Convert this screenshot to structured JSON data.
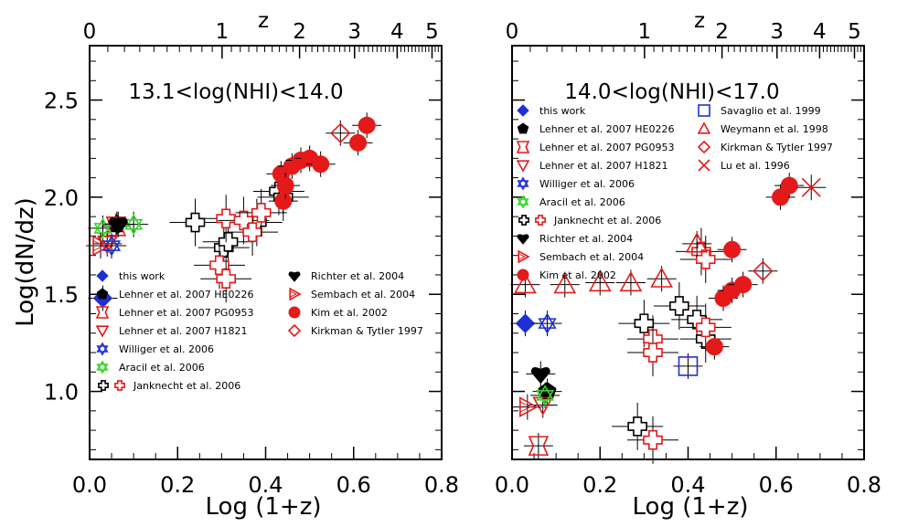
{
  "colors": {
    "blue": "#1f2fd6",
    "black": "#000000",
    "red": "#e41a1a",
    "green": "#35d62b"
  },
  "chart_data": [
    {
      "type": "scatter",
      "title": "13.1<log(NHI)<14.0",
      "xlabel": "Log (1+z)",
      "ylabel": "Log(dN/dz)",
      "top_axis_label": "z",
      "top_ticks": [
        "0",
        "1",
        "2",
        "3",
        "4",
        "5"
      ],
      "xlim": [
        0.0,
        0.8
      ],
      "ylim": [
        0.65,
        2.78
      ],
      "xticks": [
        "0.0",
        "0.2",
        "0.4",
        "0.6",
        "0.8"
      ],
      "yticks": [
        "1.0",
        "1.5",
        "2.0",
        "2.5"
      ],
      "legend": [
        {
          "label": "this work",
          "marker": "diamond",
          "color": "#1f2fd6"
        },
        {
          "label": "Lehner et al. 2007 HE0226",
          "marker": "pentagon",
          "color": "#000000"
        },
        {
          "label": "Lehner et al. 2007 PG0953",
          "marker": "bowtie",
          "color": "#e41a1a"
        },
        {
          "label": "Lehner et al. 2007 H1821",
          "marker": "triangle-down",
          "color": "#e41a1a"
        },
        {
          "label": "Williger et al. 2006",
          "marker": "star",
          "color": "#1f2fd6"
        },
        {
          "label": "Aracil et al. 2006",
          "marker": "star",
          "color": "#35d62b"
        },
        {
          "label": "Janknecht et al. 2006",
          "marker": "cross-pair",
          "color": "#e41a1a"
        },
        {
          "label": "Richter et al. 2004",
          "marker": "heart",
          "color": "#000000"
        },
        {
          "label": "Sembach et al. 2004",
          "marker": "triangle-right",
          "color": "#e41a1a"
        },
        {
          "label": "Kim et al. 2002",
          "marker": "circle",
          "color": "#e41a1a"
        },
        {
          "label": "Kirkman & Tytler 1997",
          "marker": "diamond-open",
          "color": "#e41a1a"
        }
      ],
      "series": [
        {
          "name": "this work",
          "marker": "diamond",
          "color": "#1f2fd6",
          "points": [
            {
              "x": 0.03,
              "y": 1.48
            }
          ]
        },
        {
          "name": "Lehner et al. 2007 HE0226",
          "marker": "pentagon",
          "color": "#000000",
          "points": [
            {
              "x": 0.062,
              "y": 1.86
            }
          ]
        },
        {
          "name": "Lehner et al. 2007 PG0953",
          "marker": "bowtie",
          "color": "#e41a1a",
          "points": [
            {
              "x": 0.06,
              "y": 1.85
            }
          ]
        },
        {
          "name": "Lehner et al. 2007 H1821",
          "marker": "triangle-down",
          "color": "#e41a1a",
          "points": [
            {
              "x": 0.04,
              "y": 1.76
            }
          ]
        },
        {
          "name": "Williger et al. 2006",
          "marker": "star",
          "color": "#1f2fd6",
          "points": [
            {
              "x": 0.05,
              "y": 1.75
            }
          ]
        },
        {
          "name": "Aracil et al. 2006",
          "marker": "star",
          "color": "#35d62b",
          "points": [
            {
              "x": 0.03,
              "y": 1.84
            },
            {
              "x": 0.1,
              "y": 1.86
            }
          ]
        },
        {
          "name": "Janknecht et al. 2006",
          "marker": "cross",
          "color": "#000000",
          "points": [
            {
              "x": 0.24,
              "y": 1.87
            },
            {
              "x": 0.305,
              "y": 1.74
            },
            {
              "x": 0.315,
              "y": 1.77
            },
            {
              "x": 0.38,
              "y": 1.87
            },
            {
              "x": 0.43,
              "y": 2.03
            },
            {
              "x": 0.44,
              "y": 2.0
            }
          ]
        },
        {
          "name": "Janknecht et al. 2006",
          "marker": "cross",
          "color": "#e41a1a",
          "points": [
            {
              "x": 0.295,
              "y": 1.65
            },
            {
              "x": 0.31,
              "y": 1.58
            },
            {
              "x": 0.31,
              "y": 1.89
            },
            {
              "x": 0.35,
              "y": 1.88
            },
            {
              "x": 0.37,
              "y": 1.82
            },
            {
              "x": 0.39,
              "y": 1.92
            }
          ]
        },
        {
          "name": "Richter et al. 2004",
          "marker": "heart",
          "color": "#000000",
          "points": [
            {
              "x": 0.065,
              "y": 1.86
            }
          ]
        },
        {
          "name": "Sembach et al. 2004",
          "marker": "triangle-right",
          "color": "#e41a1a",
          "points": [
            {
              "x": 0.025,
              "y": 1.75
            }
          ]
        },
        {
          "name": "Kim et al. 2002",
          "marker": "circle",
          "color": "#e41a1a",
          "points": [
            {
              "x": 0.435,
              "y": 2.12
            },
            {
              "x": 0.44,
              "y": 1.98
            },
            {
              "x": 0.445,
              "y": 2.06
            },
            {
              "x": 0.46,
              "y": 2.16
            },
            {
              "x": 0.48,
              "y": 2.19
            },
            {
              "x": 0.5,
              "y": 2.2
            },
            {
              "x": 0.525,
              "y": 2.17
            },
            {
              "x": 0.61,
              "y": 2.28
            },
            {
              "x": 0.63,
              "y": 2.37
            }
          ]
        },
        {
          "name": "Kirkman & Tytler 1997",
          "marker": "diamond-open",
          "color": "#e41a1a",
          "points": [
            {
              "x": 0.57,
              "y": 2.33
            }
          ]
        }
      ]
    },
    {
      "type": "scatter",
      "title": "14.0<log(NHI)<17.0",
      "xlabel": "Log (1+z)",
      "ylabel": "",
      "top_axis_label": "z",
      "top_ticks": [
        "0",
        "1",
        "2",
        "3",
        "4",
        "5"
      ],
      "xlim": [
        0.0,
        0.8
      ],
      "ylim": [
        0.65,
        2.78
      ],
      "xticks": [
        "0.0",
        "0.2",
        "0.4",
        "0.6",
        "0.8"
      ],
      "yticks": [],
      "legend": [
        {
          "label": "this work",
          "marker": "diamond",
          "color": "#1f2fd6"
        },
        {
          "label": "Lehner et al. 2007 HE0226",
          "marker": "pentagon",
          "color": "#000000"
        },
        {
          "label": "Lehner et al. 2007 PG0953",
          "marker": "bowtie",
          "color": "#e41a1a"
        },
        {
          "label": "Lehner et al. 2007 H1821",
          "marker": "triangle-down",
          "color": "#e41a1a"
        },
        {
          "label": "Williger et al. 2006",
          "marker": "star",
          "color": "#1f2fd6"
        },
        {
          "label": "Aracil et al. 2006",
          "marker": "star",
          "color": "#35d62b"
        },
        {
          "label": "Janknecht et al. 2006",
          "marker": "cross-pair",
          "color": "#e41a1a"
        },
        {
          "label": "Richter et al. 2004",
          "marker": "heart",
          "color": "#000000"
        },
        {
          "label": "Sembach et al. 2004",
          "marker": "triangle-right",
          "color": "#e41a1a"
        },
        {
          "label": "Kim et al. 2002",
          "marker": "circle",
          "color": "#e41a1a"
        },
        {
          "label": "Savaglio et al. 1999",
          "marker": "square",
          "color": "#1f2fd6"
        },
        {
          "label": "Weymann et al. 1998",
          "marker": "triangle-up",
          "color": "#e41a1a"
        },
        {
          "label": "Kirkman & Tytler 1997",
          "marker": "diamond-open",
          "color": "#e41a1a"
        },
        {
          "label": "Lu et al. 1996",
          "marker": "x",
          "color": "#e41a1a"
        }
      ],
      "series": [
        {
          "name": "this work",
          "marker": "diamond",
          "color": "#1f2fd6",
          "points": [
            {
              "x": 0.03,
              "y": 1.35
            }
          ]
        },
        {
          "name": "Lehner et al. 2007 HE0226",
          "marker": "pentagon",
          "color": "#000000",
          "points": [
            {
              "x": 0.08,
              "y": 1.0
            }
          ]
        },
        {
          "name": "Lehner et al. 2007 PG0953",
          "marker": "bowtie",
          "color": "#e41a1a",
          "points": [
            {
              "x": 0.06,
              "y": 0.72
            }
          ]
        },
        {
          "name": "Lehner et al. 2007 H1821",
          "marker": "triangle-down",
          "color": "#e41a1a",
          "points": [
            {
              "x": 0.07,
              "y": 0.93
            }
          ]
        },
        {
          "name": "Williger et al. 2006",
          "marker": "star",
          "color": "#1f2fd6",
          "points": [
            {
              "x": 0.08,
              "y": 1.35
            }
          ]
        },
        {
          "name": "Aracil et al. 2006",
          "marker": "star",
          "color": "#35d62b",
          "points": [
            {
              "x": 0.075,
              "y": 0.98
            }
          ]
        },
        {
          "name": "Janknecht et al. 2006",
          "marker": "cross",
          "color": "#000000",
          "points": [
            {
              "x": 0.285,
              "y": 0.82
            },
            {
              "x": 0.3,
              "y": 1.35
            },
            {
              "x": 0.38,
              "y": 1.44
            },
            {
              "x": 0.42,
              "y": 1.37
            },
            {
              "x": 0.44,
              "y": 1.27
            }
          ]
        },
        {
          "name": "Janknecht et al. 2006",
          "marker": "cross",
          "color": "#e41a1a",
          "points": [
            {
              "x": 0.32,
              "y": 0.75
            },
            {
              "x": 0.32,
              "y": 1.27
            },
            {
              "x": 0.32,
              "y": 1.2
            },
            {
              "x": 0.44,
              "y": 1.33
            },
            {
              "x": 0.43,
              "y": 1.72
            },
            {
              "x": 0.44,
              "y": 1.68
            }
          ]
        },
        {
          "name": "Richter et al. 2004",
          "marker": "heart",
          "color": "#000000",
          "points": [
            {
              "x": 0.065,
              "y": 1.09
            }
          ]
        },
        {
          "name": "Sembach et al. 2004",
          "marker": "triangle-right",
          "color": "#e41a1a",
          "points": [
            {
              "x": 0.035,
              "y": 0.92
            }
          ]
        },
        {
          "name": "Kim et al. 2002",
          "marker": "circle",
          "color": "#e41a1a",
          "points": [
            {
              "x": 0.46,
              "y": 1.23
            },
            {
              "x": 0.48,
              "y": 1.48
            },
            {
              "x": 0.5,
              "y": 1.52
            },
            {
              "x": 0.5,
              "y": 1.73
            },
            {
              "x": 0.525,
              "y": 1.55
            },
            {
              "x": 0.61,
              "y": 2.0
            },
            {
              "x": 0.63,
              "y": 2.06
            }
          ]
        },
        {
          "name": "Savaglio et al. 1999",
          "marker": "square",
          "color": "#1f2fd6",
          "points": [
            {
              "x": 0.4,
              "y": 1.13
            }
          ]
        },
        {
          "name": "Weymann et al. 1998",
          "marker": "triangle-up",
          "color": "#e41a1a",
          "points": [
            {
              "x": 0.03,
              "y": 1.55
            },
            {
              "x": 0.12,
              "y": 1.55
            },
            {
              "x": 0.2,
              "y": 1.56
            },
            {
              "x": 0.27,
              "y": 1.56
            },
            {
              "x": 0.34,
              "y": 1.58
            },
            {
              "x": 0.42,
              "y": 1.76
            }
          ]
        },
        {
          "name": "Kirkman & Tytler 1997",
          "marker": "diamond-open",
          "color": "#e41a1a",
          "points": [
            {
              "x": 0.57,
              "y": 1.62
            }
          ]
        },
        {
          "name": "Lu et al. 1996",
          "marker": "x",
          "color": "#e41a1a",
          "points": [
            {
              "x": 0.68,
              "y": 2.05
            }
          ]
        }
      ]
    }
  ]
}
